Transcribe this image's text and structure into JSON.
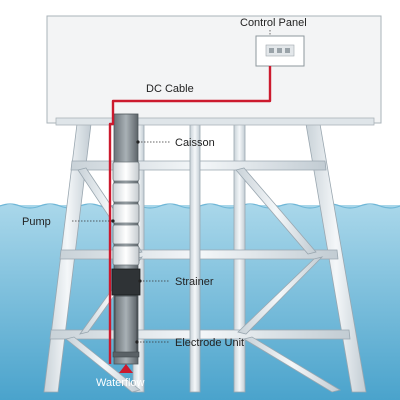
{
  "labels": {
    "control_panel": "Control Panel",
    "dc_cable": "DC Cable",
    "caisson": "Caisson",
    "pump": "Pump",
    "strainer": "Strainer",
    "electrode_unit": "Electrode Unit",
    "waterflow": "Waterflow"
  },
  "colors": {
    "cable": "#cc1a2e",
    "sea_top": "#a9d7ea",
    "sea_bottom": "#4aa3cc",
    "structure": "#e9eef1",
    "platform": "#f3f4f5"
  }
}
